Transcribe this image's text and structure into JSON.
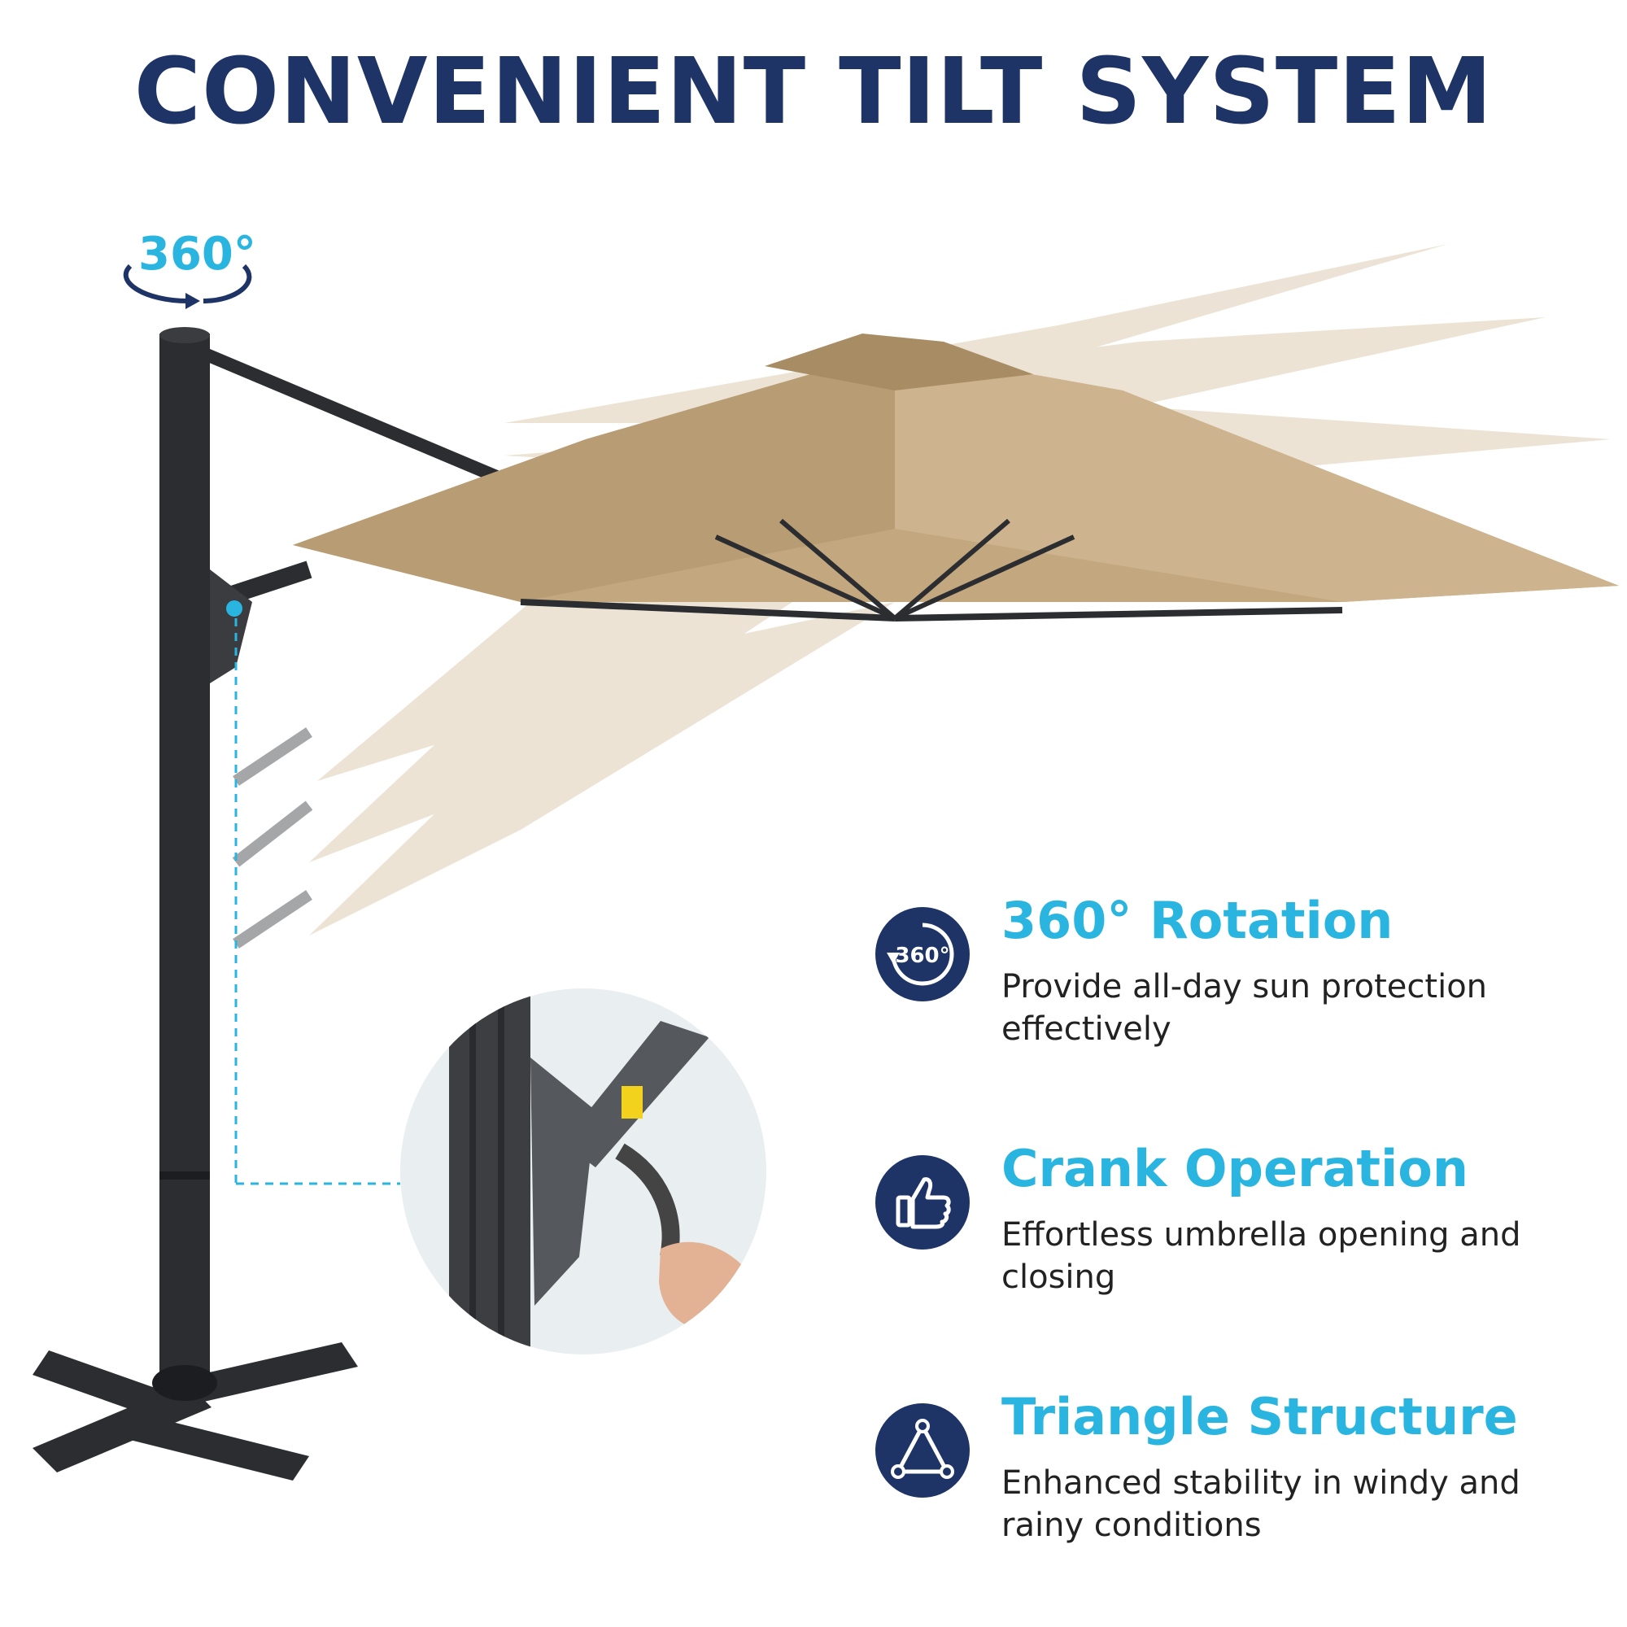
{
  "title": "CONVENIENT TILT SYSTEM",
  "badge": {
    "value": "360°",
    "icon": "rotation-arrows-icon"
  },
  "colors": {
    "navy": "#1f3466",
    "accent": "#29b5e0",
    "canopy": "#c9b08a",
    "frame": "#2b2d30"
  },
  "features": [
    {
      "icon": "rotation-360-icon",
      "icon_text": "360°",
      "title": "360° Rotation",
      "description": "Provide all-day sun protection effectively"
    },
    {
      "icon": "thumbs-up-icon",
      "title": "Crank Operation",
      "description": "Effortless umbrella opening and closing"
    },
    {
      "icon": "triangle-icon",
      "title": "Triangle Structure",
      "description": "Enhanced stability in windy and rainy conditions"
    }
  ]
}
